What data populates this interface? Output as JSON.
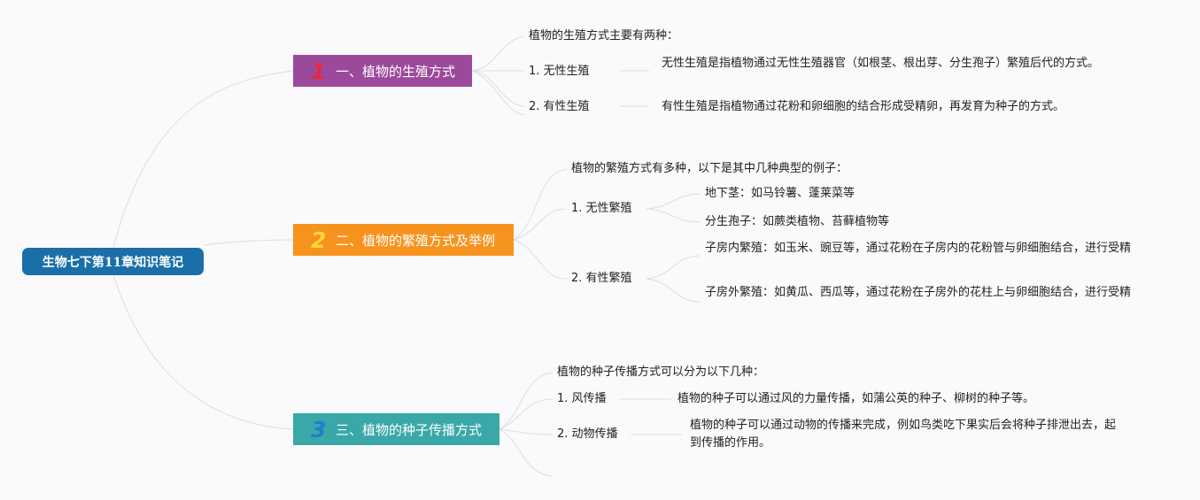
{
  "root": {
    "label": "生物七下第11章知识笔记"
  },
  "colors": {
    "root": "#1a6fa8",
    "sec1": "#9b4a9b",
    "sec2": "#f6931e",
    "sec3": "#3aa8a8",
    "num1": "#e8283c",
    "num2": "#ffd53a",
    "num3": "#1f7fd0",
    "line": "#dedede"
  },
  "sections": [
    {
      "num": "1",
      "title": "一、植物的生殖方式",
      "intro": "植物的生殖方式主要有两种：",
      "items": [
        {
          "label": "1. 无性生殖",
          "details": [
            "无性生殖是指植物通过无性生殖器官（如根茎、根出芽、分生孢子）繁殖后代的方式。"
          ]
        },
        {
          "label": "2. 有性生殖",
          "details": [
            "有性生殖是指植物通过花粉和卵细胞的结合形成受精卵，再发育为种子的方式。"
          ]
        }
      ]
    },
    {
      "num": "2",
      "title": "二、植物的繁殖方式及举例",
      "intro": "植物的繁殖方式有多种，以下是其中几种典型的例子：",
      "items": [
        {
          "label": "1. 无性繁殖",
          "details": [
            "地下茎：如马铃薯、蓬莱菜等",
            "分生孢子：如蕨类植物、苔藓植物等"
          ]
        },
        {
          "label": "2. 有性繁殖",
          "details": [
            "子房内繁殖：如玉米、豌豆等，通过花粉在子房内的花粉管与卵细胞结合，进行受精",
            "子房外繁殖：如黄瓜、西瓜等，通过花粉在子房外的花柱上与卵细胞结合，进行受精"
          ]
        }
      ]
    },
    {
      "num": "3",
      "title": "三、植物的种子传播方式",
      "intro": "植物的种子传播方式可以分为以下几种：",
      "items": [
        {
          "label": "1. 风传播",
          "details": [
            "植物的种子可以通过风的力量传播，如蒲公英的种子、柳树的种子等。"
          ]
        },
        {
          "label": "2. 动物传播",
          "details": [
            "植物的种子可以通过动物的传播来完成，例如鸟类吃下果实后会将种子排泄出去，起到传播的作用。"
          ]
        }
      ]
    }
  ]
}
